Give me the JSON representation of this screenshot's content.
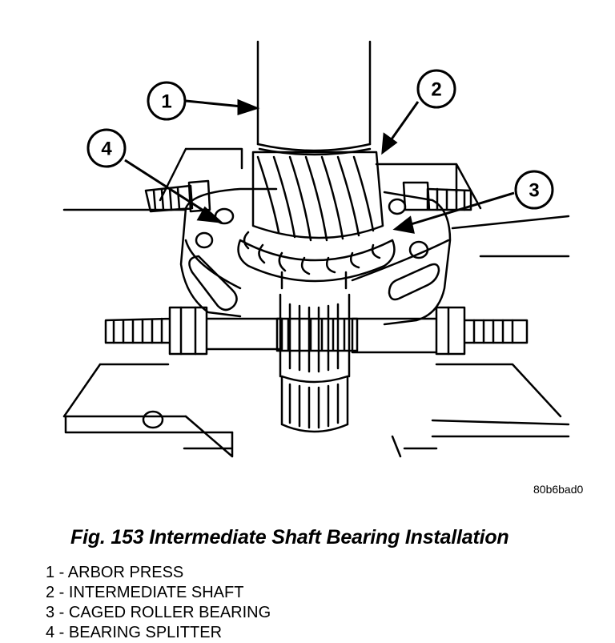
{
  "figure": {
    "id_code": "80b6bad0",
    "caption": "Fig. 153 Intermediate Shaft Bearing Installation",
    "callouts": [
      "1",
      "2",
      "3",
      "4"
    ]
  },
  "legend": [
    "1 - ARBOR PRESS",
    "2 - INTERMEDIATE SHAFT",
    "3 - CAGED ROLLER BEARING",
    "4 - BEARING SPLITTER"
  ]
}
